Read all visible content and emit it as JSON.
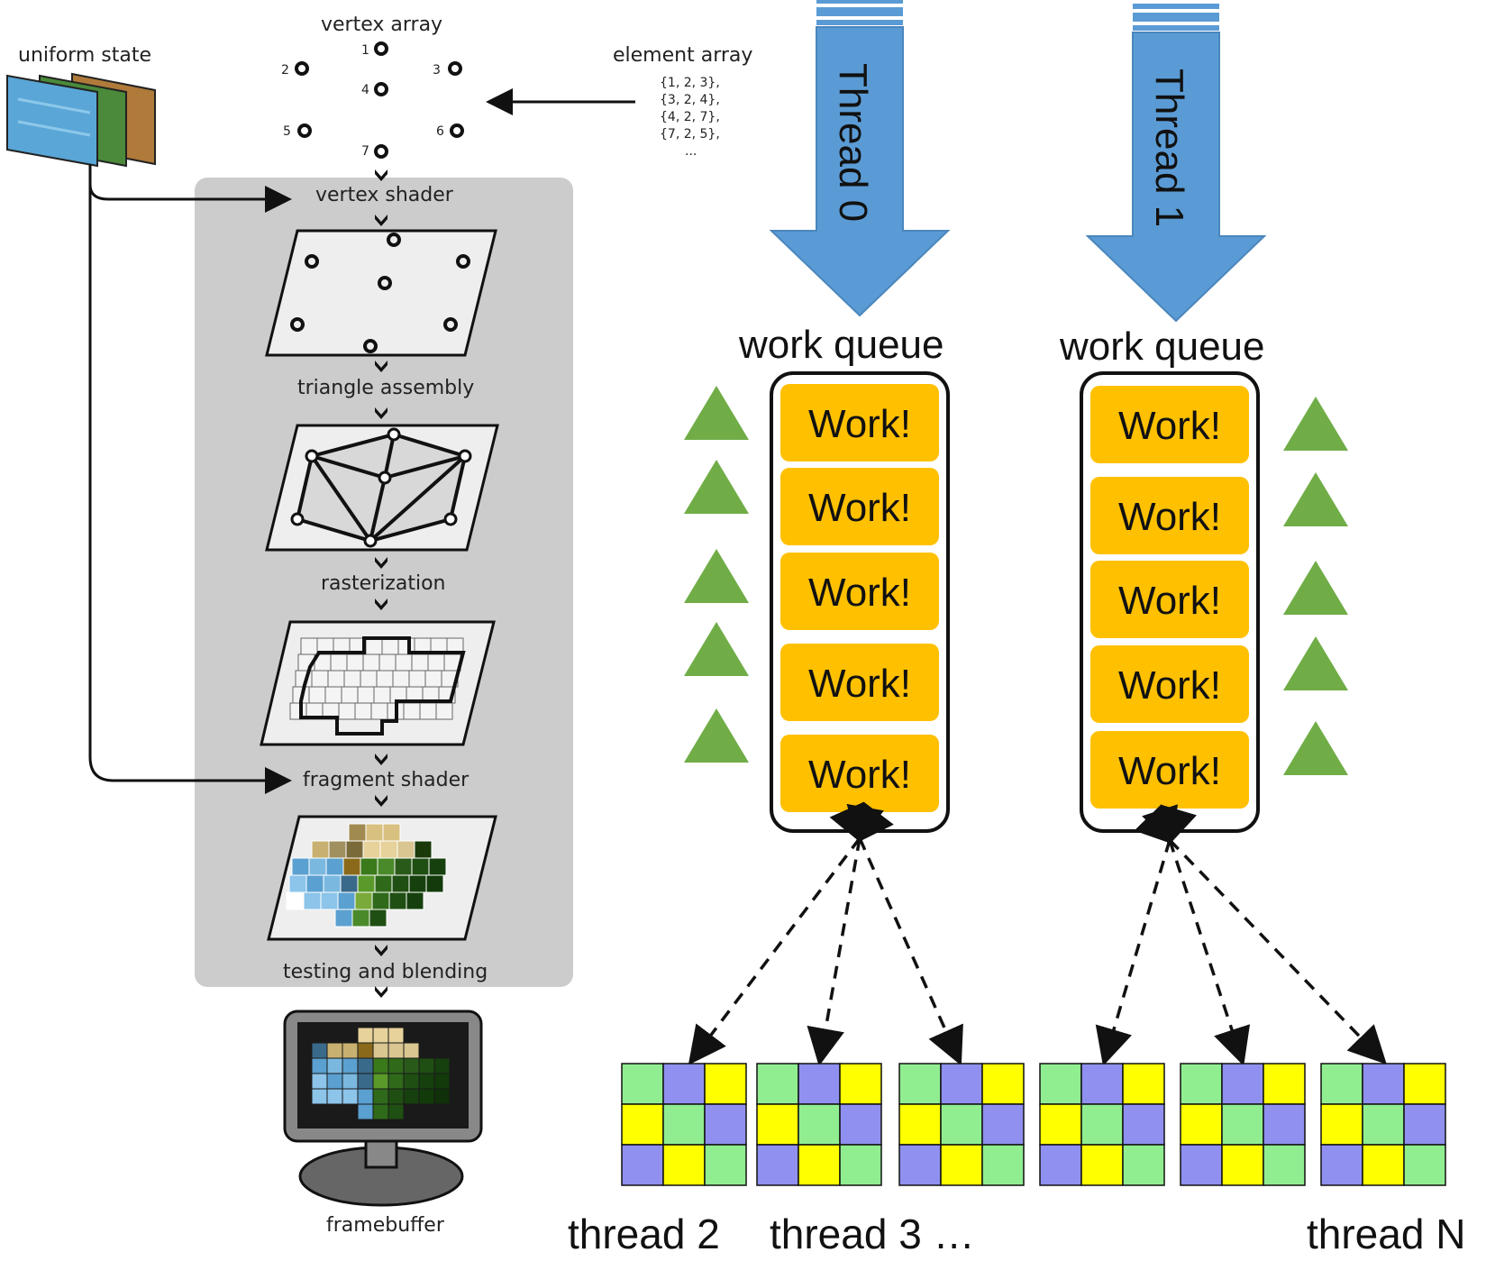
{
  "pipeline": {
    "uniform_state": "uniform state",
    "vertex_array": "vertex array",
    "element_array": "element array",
    "element_lines": [
      "{1, 2, 3},",
      "{3, 2, 4},",
      "{4, 2, 7},",
      "{7, 2, 5},",
      "..."
    ],
    "vertex_labels": [
      "1",
      "2",
      "3",
      "4",
      "5",
      "6",
      "7"
    ],
    "stages": [
      "vertex shader",
      "triangle assembly",
      "rasterization",
      "fragment shader",
      "testing and blending",
      "framebuffer"
    ]
  },
  "threads": {
    "thread0_label": "Thread 0",
    "thread1_label": "Thread 1",
    "queue0_label": "work queue",
    "queue1_label": "work queue",
    "work_item": "Work!",
    "bottom_labels": [
      "thread 2",
      "thread 3 …",
      "thread N"
    ]
  },
  "colors": {
    "arrow_blue": "#5b9bd5",
    "work_orange": "#ffc000",
    "triangle_green": "#70ad47",
    "tile_green": "#90ee90",
    "tile_blue": "#9090f0",
    "tile_yellow": "#ffff00",
    "panel_gray": "#cccccc"
  }
}
